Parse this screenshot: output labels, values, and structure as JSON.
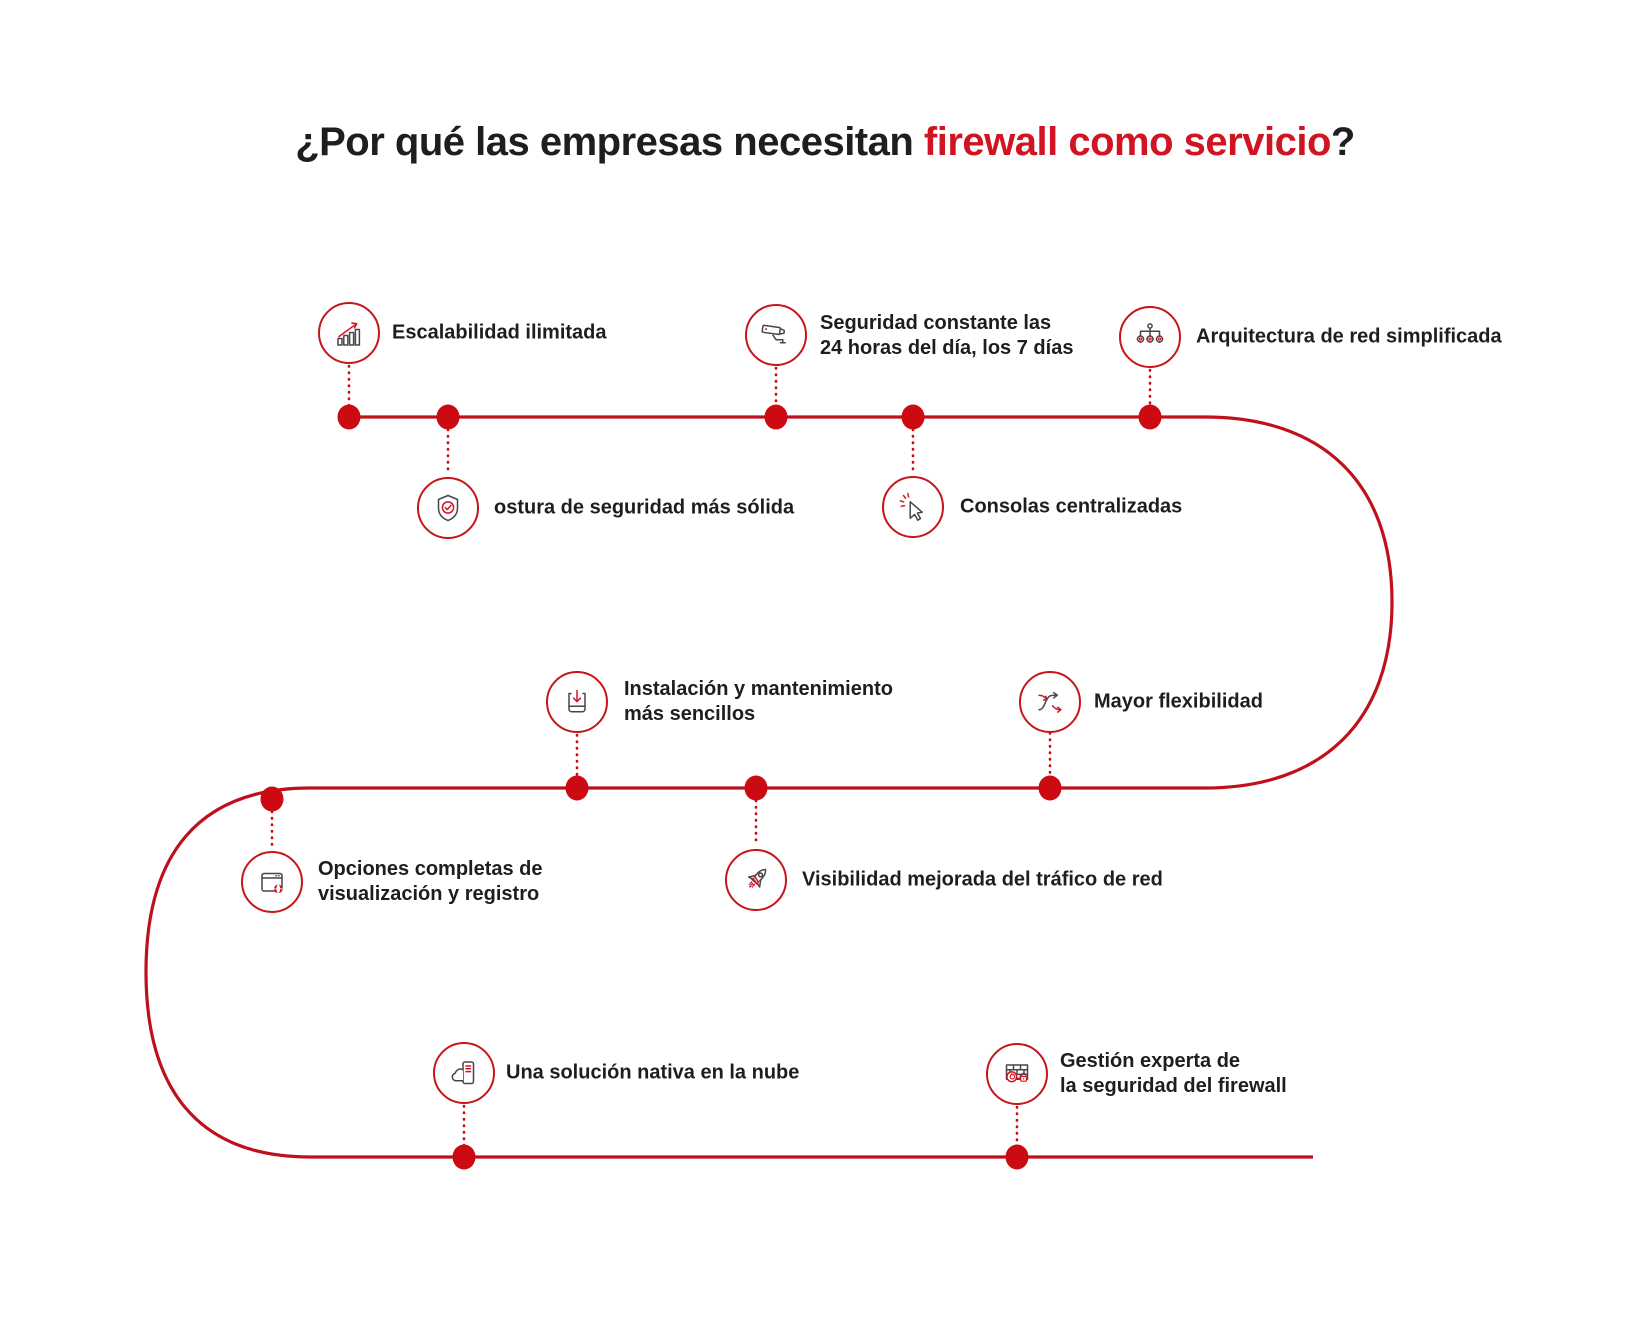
{
  "title": {
    "prefix": "¿Por qué las empresas necesitan ",
    "highlight": "firewall como servicio",
    "suffix": "?"
  },
  "colors": {
    "brand_red": "#d11422",
    "line_red": "#bf101b",
    "dot_red": "#cc0a12",
    "text_dark": "#1e1e1e"
  },
  "items": [
    {
      "icon": "bar-chart-growth-icon",
      "label": "Escalabilidad ilimitada"
    },
    {
      "icon": "security-camera-icon",
      "label": "Seguridad constante las\n24 horas del día, los 7 días"
    },
    {
      "icon": "network-tree-icon",
      "label": "Arquitectura de red simplificada"
    },
    {
      "icon": "shield-check-icon",
      "label": "ostura de seguridad más sólida"
    },
    {
      "icon": "cursor-click-icon",
      "label": "Consolas centralizadas"
    },
    {
      "icon": "install-tray-icon",
      "label": "Instalación y mantenimiento\nmás sencillos"
    },
    {
      "icon": "shuffle-icon",
      "label": "Mayor flexibilidad"
    },
    {
      "icon": "browser-globe-icon",
      "label": "Opciones completas de\nvisualización y registro"
    },
    {
      "icon": "rocket-icon",
      "label": "Visibilidad mejorada del tráfico de red"
    },
    {
      "icon": "cloud-device-icon",
      "label": "Una solución nativa en la nube"
    },
    {
      "icon": "firewall-lock-icon",
      "label": "Gestión experta de\nla seguridad del firewall"
    }
  ]
}
